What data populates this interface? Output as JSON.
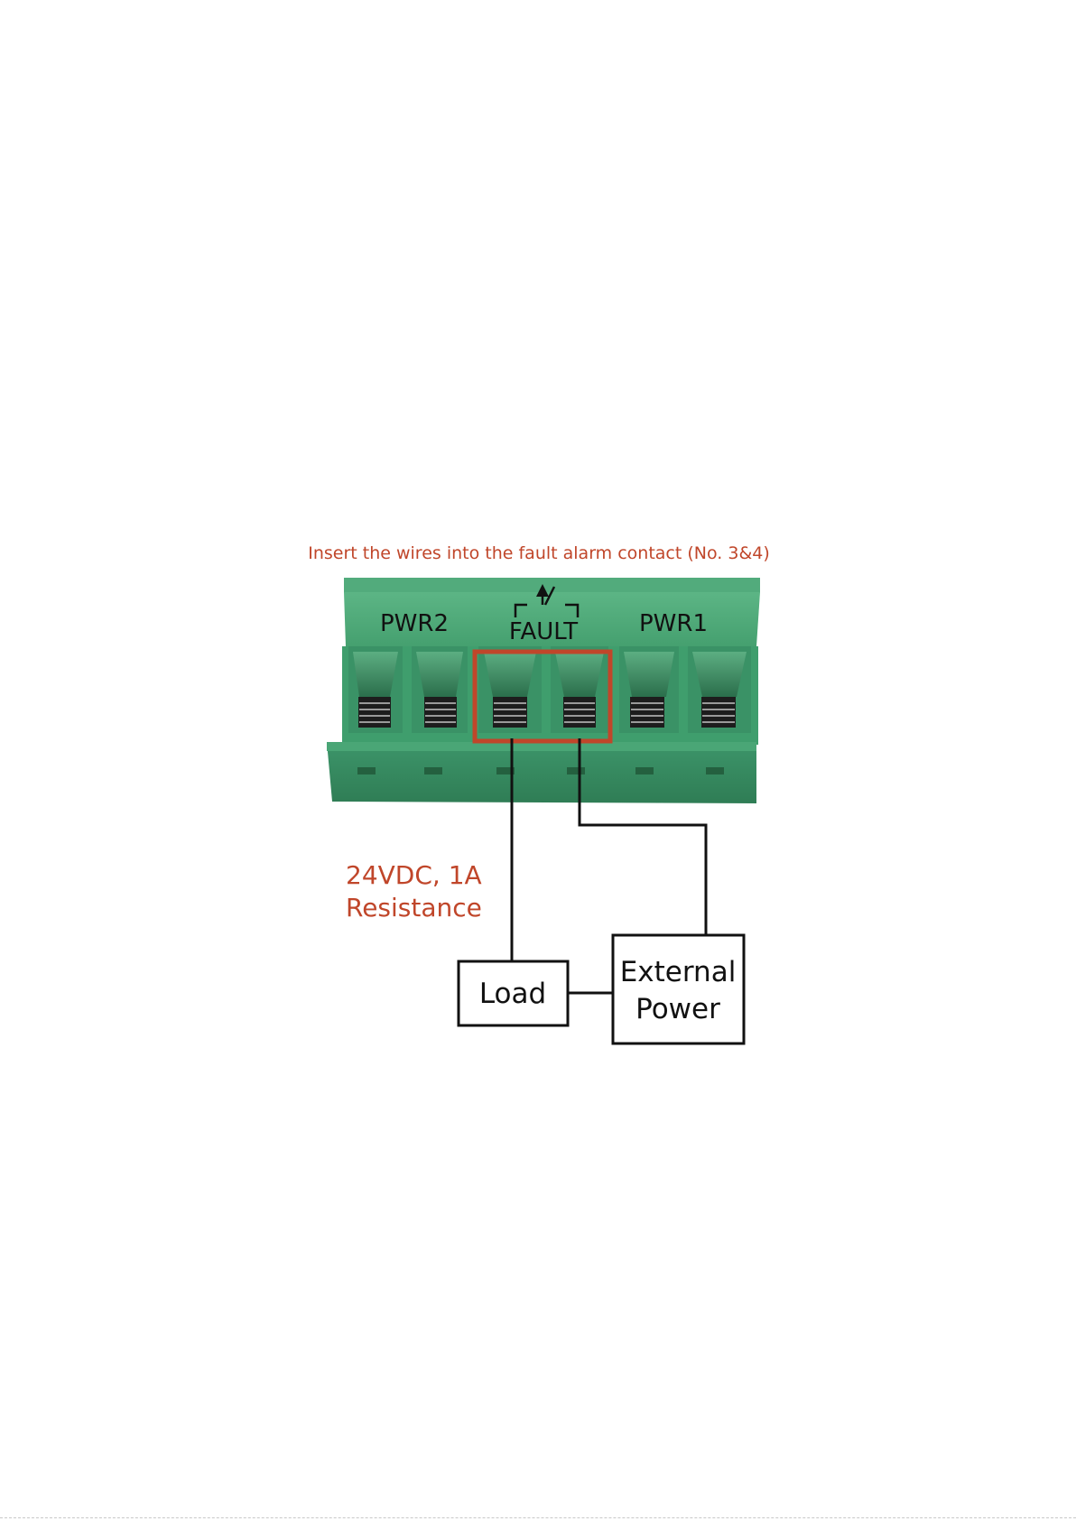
{
  "instruction": "Insert the wires into the fault alarm contact (No. 3&4)",
  "connector": {
    "labels": {
      "pwr2": "PWR2",
      "fault": "FAULT",
      "pwr1": "PWR1"
    },
    "terminal_count": 6,
    "highlighted_terminals": [
      3,
      4
    ]
  },
  "rating": {
    "line1": "24VDC, 1A",
    "line2": "Resistance"
  },
  "load_box": {
    "label": "Load"
  },
  "external_power_box": {
    "line1": "External",
    "line2": "Power"
  },
  "colors": {
    "accent": "#c0462a",
    "connector_green": "#3f9c6b",
    "connector_dark": "#2e7a52",
    "wire": "#111111"
  }
}
